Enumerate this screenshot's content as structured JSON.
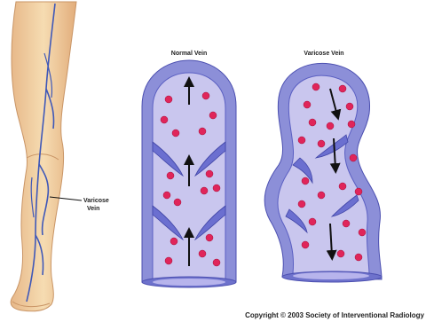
{
  "labels": {
    "normal_vein": "Normal Vein",
    "varicose_vein": "Varicose Vein",
    "leg_label_line1": "Varicose",
    "leg_label_line2": "Vein",
    "copyright": "Copyright © 2003 Society of Interventional Radiology"
  },
  "colors": {
    "skin": "#f3d3a4",
    "skin_shadow": "#d9a877",
    "vein_blue": "#3f58b8",
    "vessel_outer": "#8c8fd8",
    "vessel_wall": "#5a5fc2",
    "lumen": "#c9c6ee",
    "blood_cell": "#e0255a",
    "arrow": "#111111"
  },
  "icons": {
    "flow_arrow_up": "arrow-up-icon",
    "flow_arrow_down": "arrow-down-icon"
  }
}
